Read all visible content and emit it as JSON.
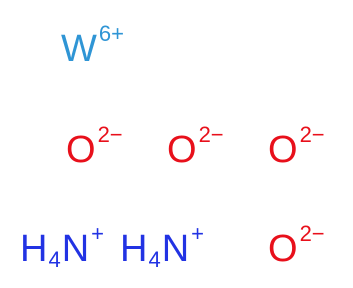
{
  "colors": {
    "tungsten": "#2f95d5",
    "oxygen": "#e8101b",
    "nitrogen": "#2233e3"
  },
  "ions": {
    "tungsten": {
      "symbol": "W",
      "charge": "6+"
    },
    "oxide_1": {
      "symbol": "O",
      "charge": "2−"
    },
    "oxide_2": {
      "symbol": "O",
      "charge": "2−"
    },
    "oxide_3": {
      "symbol": "O",
      "charge": "2−"
    },
    "oxide_4": {
      "symbol": "O",
      "charge": "2−"
    },
    "ammonium_1": {
      "h": "H",
      "h_count": "4",
      "n": "N",
      "charge": "+"
    },
    "ammonium_2": {
      "h": "H",
      "h_count": "4",
      "n": "N",
      "charge": "+"
    }
  }
}
